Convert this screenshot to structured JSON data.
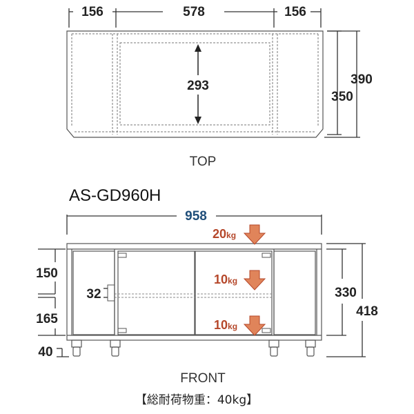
{
  "top_view": {
    "dims": {
      "left": "156",
      "center": "578",
      "right": "156",
      "depth_inner": "293",
      "depth_total": "390",
      "depth_body": "350"
    },
    "label": "TOP"
  },
  "front_view": {
    "model": "AS-GD960H",
    "width": "958",
    "dims": {
      "upper_shelf": "150",
      "lower_shelf": "165",
      "shelf_gap": "32",
      "caster": "40",
      "body_height": "330",
      "total_height": "418"
    },
    "loads": [
      {
        "value": "20",
        "unit": "kg"
      },
      {
        "value": "10",
        "unit": "kg"
      },
      {
        "value": "10",
        "unit": "kg"
      }
    ],
    "label": "FRONT",
    "total_load_note": "【総耐荷物重：40kg】"
  },
  "colors": {
    "line": "#555555",
    "width_text": "#1f4e79",
    "load_text": "#b5472a",
    "arrow": "#e0845a"
  }
}
